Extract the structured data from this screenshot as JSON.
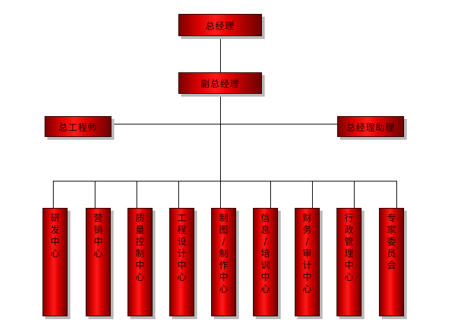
{
  "top": {
    "ceo": "总经理",
    "deputy": "副总经理"
  },
  "side": {
    "chief_engineer": "总工程师",
    "assistant": "总经理助理"
  },
  "centers": [
    {
      "id": "rd",
      "label": "研\n发\n中\n心"
    },
    {
      "id": "marketing",
      "label": "营\n销\n中\n心"
    },
    {
      "id": "quality",
      "label": "质\n量\n控\n制\n中\n心"
    },
    {
      "id": "engineering",
      "label": "工\n程\n设\n计\n中\n心"
    },
    {
      "id": "drafting",
      "label": "制\n图\n/\n制\n作\n中\n心"
    },
    {
      "id": "info",
      "label": "信\n息\n/\n培\n训\n中\n心"
    },
    {
      "id": "finance",
      "label": "财\n务\n/\n审\n计\n中\n心"
    },
    {
      "id": "admin",
      "label": "行\n政\n管\n理\n中\n心"
    },
    {
      "id": "experts",
      "label": "专\n家\n委\n员\n会"
    }
  ]
}
